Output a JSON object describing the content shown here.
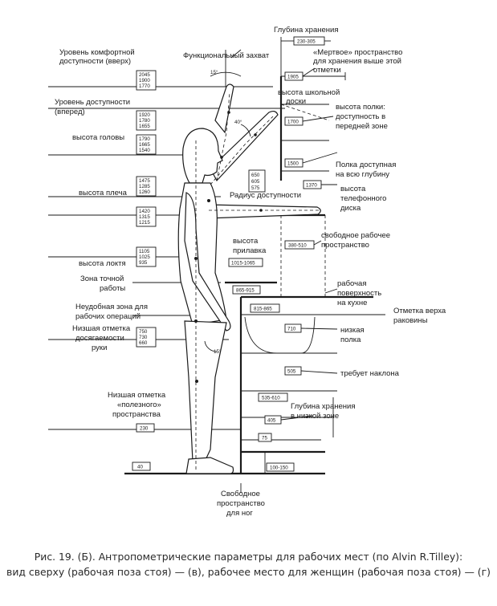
{
  "labels": {
    "glubina_hraneniya": "Глубина хранения",
    "ur_komf_1": "Уровень комфортной",
    "ur_komf_2": "доступности (вверх)",
    "funkc_zahvat": "Функциональный захват",
    "mertvoe_1": "«Мертвое» пространство",
    "mertvoe_2": "для хранения выше этой",
    "mertvoe_3": "отметки",
    "vys_shkol_1": "высота школьной",
    "vys_shkol_2": "доски",
    "ur_dost_1": "Уровень доступности",
    "ur_dost_2": "(вперед)",
    "vys_polki_1": "высота полки:",
    "vys_polki_2": "доступность в",
    "vys_polki_3": "передней зоне",
    "vys_golovy": "высота головы",
    "polka_dost_1": "Полка доступная",
    "polka_dost_2": "на всю глубину",
    "vys_plecha": "высота плеча",
    "radius": "Радиус доступности",
    "vys_tel_1": "высота",
    "vys_tel_2": "телефонного",
    "vys_tel_3": "диска",
    "vys_prilavka_1": "высота",
    "vys_prilavka_2": "прилавка",
    "svob_rab_1": "свободное рабочее",
    "svob_rab_2": "пространство",
    "vys_loktya": "высота локтя",
    "zona_toch_1": "Зона точной",
    "zona_toch_2": "работы",
    "rab_pov_1": "рабочая",
    "rab_pov_2": "поверхность",
    "rab_pov_3": "на кухне",
    "neudob_1": "Неудобная зона для",
    "neudob_2": "рабочих операций",
    "otm_rak_1": "Отметка верха",
    "otm_rak_2": "раковины",
    "niz_dost_1": "Низшая отметка",
    "niz_dost_2": "досягаемости",
    "niz_dost_3": "руки",
    "niz_polka_1": "низкая",
    "niz_polka_2": "полка",
    "treb_nakl": "требует наклона",
    "niz_pol_1": "Низшая отметка",
    "niz_pol_2": "«полезного»",
    "niz_pol_3": "пространства",
    "glub_niz_1": "Глубина хранения",
    "glub_niz_2": "в низкой зоне",
    "svob_nog_1": "Свободное",
    "svob_nog_2": "пространство",
    "svob_nog_3": "для ног",
    "angle_15a": "15°",
    "angle_40": "40°",
    "angle_15b": "15°"
  },
  "values": {
    "g230": "230-305",
    "v1905": "1905",
    "v1700": "1700",
    "v1500": "1500",
    "v1370": "1370",
    "v650": "650",
    "v605": "605",
    "v575": "575",
    "v380": "380-510",
    "v1015": "1015-1065",
    "v865": "865-915",
    "v815": "815-865",
    "v710": "710",
    "v505": "505",
    "v535": "535-610",
    "v405": "405",
    "v75": "75",
    "v100": "100-150",
    "v40": "40",
    "v230b": "230",
    "comf": [
      "2045",
      "1900",
      "1770"
    ],
    "dost": [
      "1920",
      "1780",
      "1655"
    ],
    "golova": [
      "1790",
      "1665",
      "1540"
    ],
    "plecho1": [
      "1475",
      "1285",
      "1260"
    ],
    "plecho2": [
      "1420",
      "1315",
      "1215"
    ],
    "lokot": [
      "1105",
      "1025",
      "935"
    ],
    "niz_ruka": [
      "750",
      "730",
      "660"
    ]
  },
  "caption": {
    "line1": "Рис. 19. (Б). Антропометрические параметры для рабочих мест (по Alvin R.Tilley):",
    "line2": "вид сверху (рабочая поза стоя) — (в), рабочее место для женщин (рабочая поза стоя) — (г)"
  }
}
